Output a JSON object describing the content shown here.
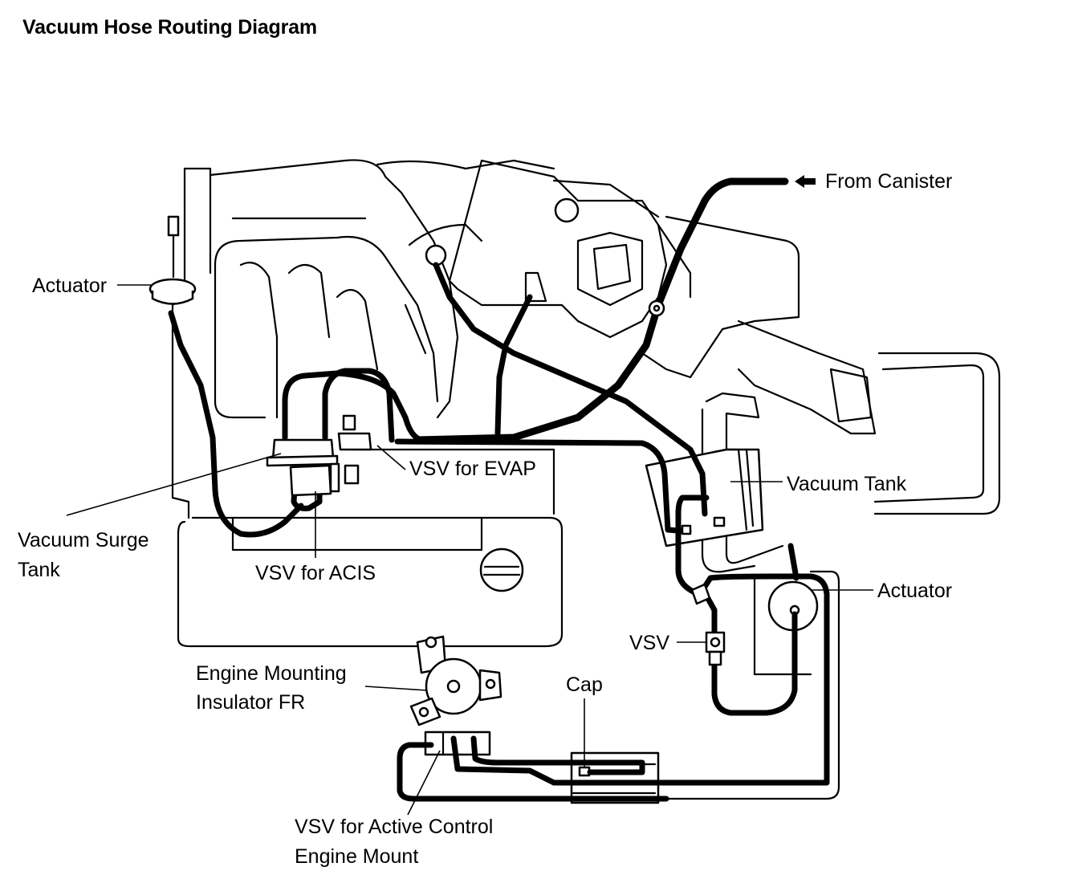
{
  "title": "Vacuum Hose Routing Diagram",
  "labels": {
    "from_canister": "From Canister",
    "actuator_left": "Actuator",
    "vacuum_surge_tank_1": "Vacuum Surge",
    "vacuum_surge_tank_2": "Tank",
    "vsv_acis": "VSV for ACIS",
    "vsv_evap": "VSV for EVAP",
    "vacuum_tank": "Vacuum Tank",
    "actuator_right": "Actuator",
    "vsv": "VSV",
    "engine_mount_1": "Engine Mounting",
    "engine_mount_2": "Insulator FR",
    "cap": "Cap",
    "vsv_active_1": "VSV for Active Control",
    "vsv_active_2": "Engine Mount"
  }
}
